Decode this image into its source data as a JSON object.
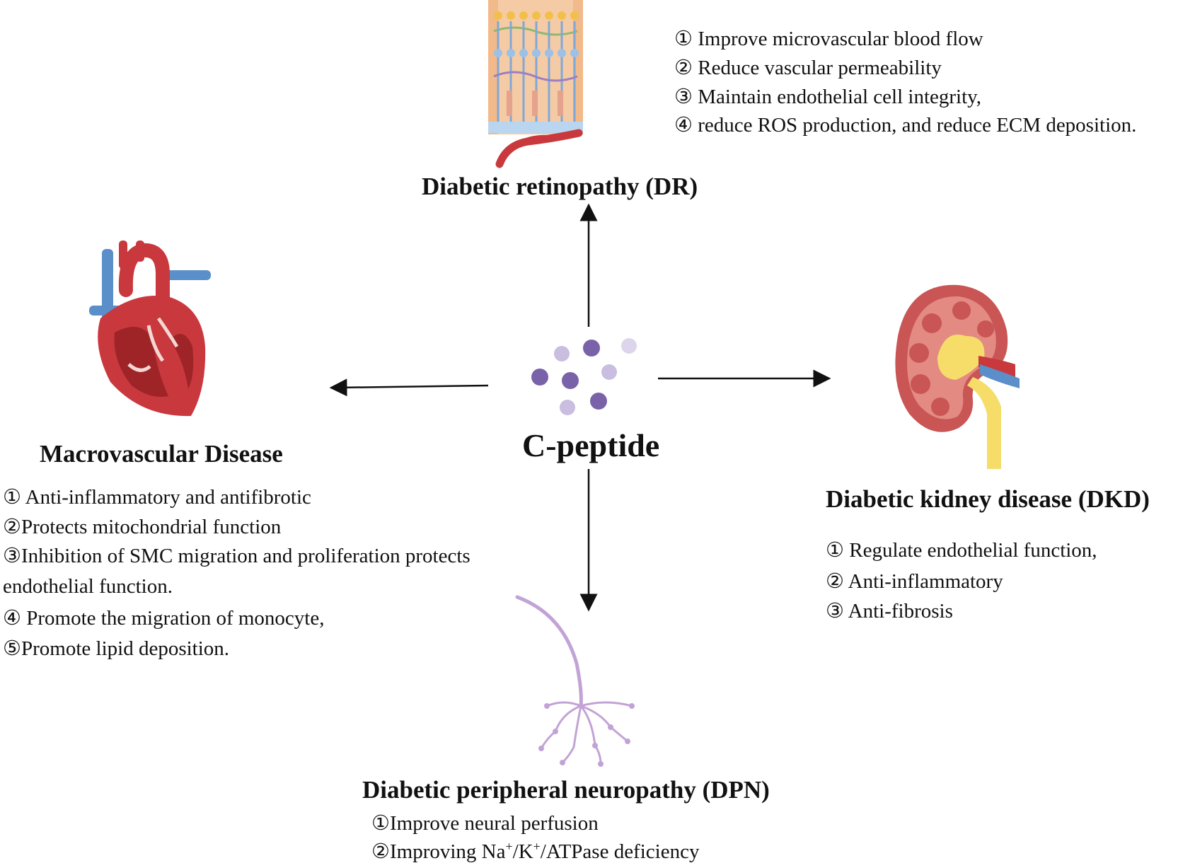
{
  "center": {
    "label": "C-peptide"
  },
  "retinopathy": {
    "title": "Diabetic retinopathy (DR)",
    "items": [
      "① Improve microvascular blood flow",
      "② Reduce vascular permeability",
      "③ Maintain endothelial cell integrity,",
      "④ reduce ROS production, and reduce ECM deposition."
    ]
  },
  "macrovascular": {
    "title": "Macrovascular Disease",
    "items": [
      "① Anti-inflammatory and antifibrotic",
      "②Protects mitochondrial function",
      "③Inhibition of SMC  migration and proliferation protects endothelial function.",
      "④ Promote the migration of monocyte,",
      "⑤Promote lipid deposition."
    ]
  },
  "kidney": {
    "title": "Diabetic kidney disease (DKD)",
    "items": [
      "① Regulate endothelial function,",
      "② Anti-inflammatory",
      "③ Anti-fibrosis"
    ]
  },
  "neuropathy": {
    "title": "Diabetic peripheral neuropathy (DPN)",
    "items": [
      "①Improve neural perfusion",
      "②Improving Na+/K+/ATPase deficiency"
    ],
    "item2_parts": {
      "prefix": "②Improving Na",
      "sup1": "+",
      "mid": "/K",
      "sup2": "+",
      "suffix": "/ATPase deficiency"
    }
  },
  "icons": [
    "retina-icon",
    "heart-icon",
    "kidney-icon",
    "neuron-icon",
    "c-peptide-molecules-icon"
  ],
  "colors": {
    "dark_purple": "#7a62a8",
    "light_purple": "#c9bde0",
    "heart_red": "#c8383d",
    "vein_blue": "#5b8fc9",
    "kidney_red": "#c95555",
    "kidney_yellow": "#f6dd6a",
    "neuron_purple": "#c2a3d6",
    "retina_orange": "#f2b98a"
  }
}
